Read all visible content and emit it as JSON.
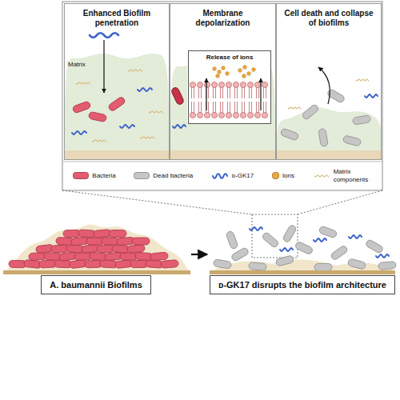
{
  "diagram": {
    "nodes": [
      {
        "text": [
          "Enhanced Biofilm penetration"
        ]
      },
      {
        "text": [
          "Membrane depolarization"
        ]
      },
      {
        "text": [
          "Release of ions"
        ],
        "in": 1
      },
      {
        "text": [
          "Cell death and collapse of biofilms"
        ]
      },
      {
        "text": [
          "A. baumannii Biofilms"
        ]
      },
      {
        "text": [
          "ᴅ-GK17 disrupts the biofilm architecture"
        ]
      }
    ],
    "edges": [
      {
        "from": 4,
        "to": 5,
        "arrow": "to"
      }
    ],
    "labels": [
      "Matrix"
    ],
    "legend": [
      {
        "text": "Bacteria",
        "color": "#e35c70"
      },
      {
        "text": "Dead bacteria",
        "color": "#c6c6c6"
      },
      {
        "text": "ᴅ-GK17"
      },
      {
        "text": "Ions",
        "color": "#e9a941"
      },
      {
        "text": "Matrix components"
      }
    ]
  }
}
